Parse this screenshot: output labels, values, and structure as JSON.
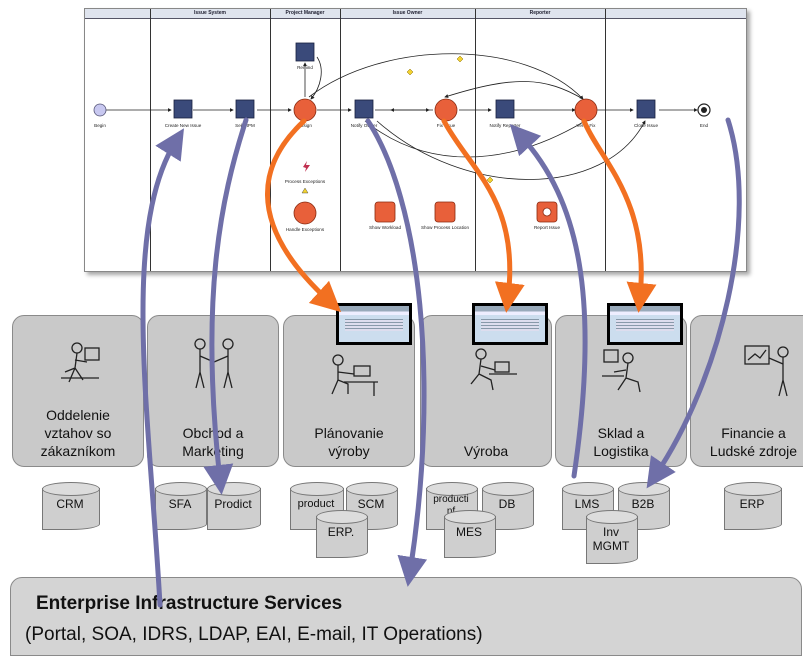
{
  "bpm": {
    "lanes": [
      "Issue System",
      "Project Manager",
      "Issue Owner",
      "Reporter"
    ],
    "nodes": {
      "begin": "Begin",
      "create_new_issue": "Create New Issue",
      "select_pm": "SelectPM",
      "assign": "Assign",
      "remind": "Remind",
      "notify_owner": "Notify Owner",
      "fix_issue": "Fix Issue",
      "notify_reporter": "Notify Reporter",
      "verify_fix": "Verify Fix",
      "close_issue": "Close Issue",
      "end": "End",
      "process_exceptions": "Process Exceptions",
      "handle_exceptions": "Handle Exceptions",
      "show_workload": "Show Workload",
      "show_process_location": "Show Process Location",
      "report_issue": "Report Issue"
    }
  },
  "departments": [
    {
      "label": "Oddelenie\nvztahov so\nzákazníkom",
      "icon": "customer-service-person-icon"
    },
    {
      "label": "Obchod a\nMarketing",
      "icon": "handshake-icon"
    },
    {
      "label": "Plánovanie\nvýroby",
      "icon": "desk-worker-icon"
    },
    {
      "label": "Výroba",
      "icon": "worker-computer-icon"
    },
    {
      "label": "Sklad a\nLogistika",
      "icon": "computer-user-icon"
    },
    {
      "label": "Financie a\nLudské zdroje",
      "icon": "presenter-chart-icon"
    }
  ],
  "databases": {
    "crm": "CRM",
    "sfa": "SFA",
    "prodict": "Prodict",
    "product": "product",
    "scm": "SCM",
    "erp_dot": "ERP.",
    "production": "producti\nnf",
    "db": "DB",
    "mes": "MES",
    "lms": "LMS",
    "b2b": "B2B",
    "inv_mgmt": "Inv\nMGMT",
    "erp": "ERP"
  },
  "infrastructure": {
    "title": "Enterprise Infrastructure Services",
    "subtitle": "(Portal, SOA, IDRS, LDAP, EAI, E-mail, IT Operations)"
  },
  "colors": {
    "orange_arrow": "#f27021",
    "purple_arrow": "#6f6fa8",
    "dept_fill": "#c9c9c9",
    "task_fill": "#3a4a7a",
    "gateway_fill": "#e8603a"
  }
}
